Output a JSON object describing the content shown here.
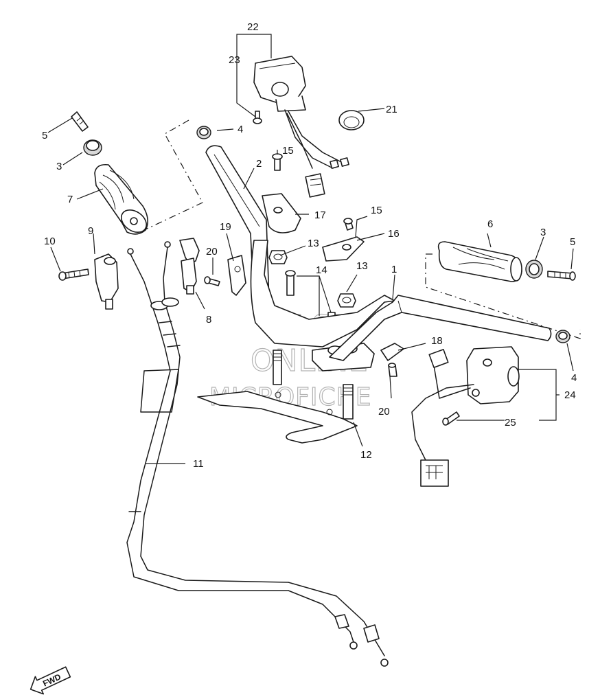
{
  "callouts": {
    "n1": "1",
    "n2": "2",
    "n3a": "3",
    "n3b": "3",
    "n4a": "4",
    "n4b": "4",
    "n5a": "5",
    "n5b": "5",
    "n6": "6",
    "n7": "7",
    "n8": "8",
    "n9": "9",
    "n10": "10",
    "n11": "11",
    "n12": "12",
    "n13a": "13",
    "n13b": "13",
    "n14": "14",
    "n15a": "15",
    "n15b": "15",
    "n16": "16",
    "n17": "17",
    "n18": "18",
    "n19": "19",
    "n20a": "20",
    "n20b": "20",
    "n21": "21",
    "n22": "22",
    "n23": "23",
    "n24": "24",
    "n25": "25"
  },
  "watermark": {
    "line1": "HLSM",
    "line2": "ONLINE",
    "line3": "MICROFICHE"
  },
  "fwd_label": "FWD"
}
